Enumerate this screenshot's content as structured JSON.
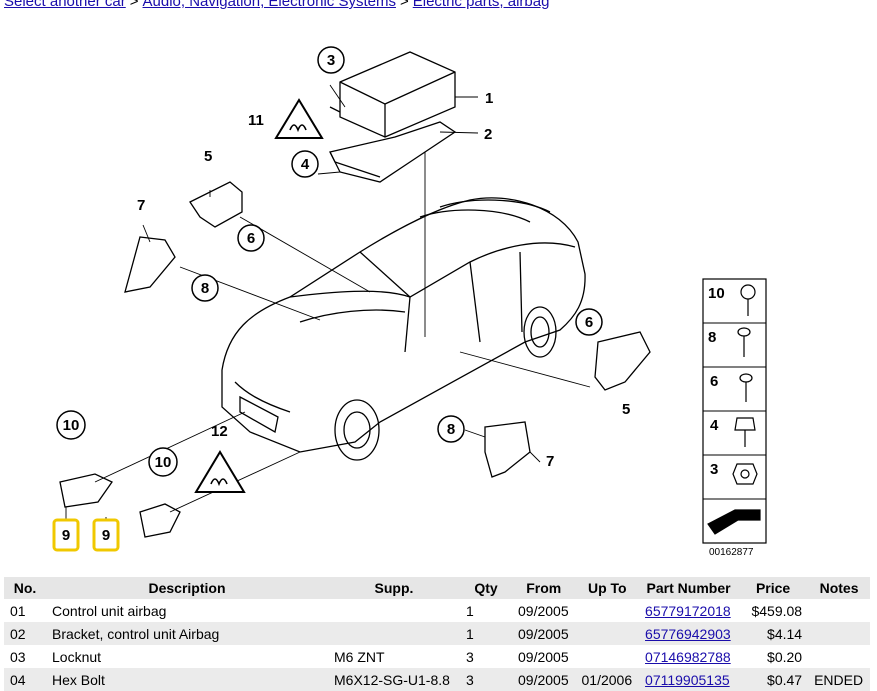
{
  "breadcrumb": {
    "items": [
      "Select another car",
      "Audio, Navigation, Electronic Systems",
      "Electric parts, airbag"
    ],
    "separator": ">"
  },
  "diagram": {
    "callouts": [
      "1",
      "2",
      "3",
      "4",
      "5",
      "6",
      "7",
      "8",
      "9",
      "10",
      "11",
      "12"
    ],
    "legend_numbers": [
      "10",
      "8",
      "6",
      "4",
      "3"
    ],
    "diagram_number": "00162877"
  },
  "table": {
    "headers": [
      "No.",
      "Description",
      "Supp.",
      "Qty",
      "From",
      "Up To",
      "Part Number",
      "Price",
      "Notes"
    ],
    "rows": [
      {
        "no": "01",
        "description": "Control unit airbag",
        "supp": "",
        "qty": "1",
        "from": "09/2005",
        "upto": "",
        "part_number": "65779172018",
        "price": "$459.08",
        "notes": ""
      },
      {
        "no": "02",
        "description": "Bracket, control unit Airbag",
        "supp": "",
        "qty": "1",
        "from": "09/2005",
        "upto": "",
        "part_number": "65776942903",
        "price": "$4.14",
        "notes": ""
      },
      {
        "no": "03",
        "description": "Locknut",
        "supp": "M6 ZNT",
        "qty": "3",
        "from": "09/2005",
        "upto": "",
        "part_number": "07146982788",
        "price": "$0.20",
        "notes": ""
      },
      {
        "no": "04",
        "description": "Hex Bolt",
        "supp": "M6X12-SG-U1-8.8",
        "qty": "3",
        "from": "09/2005",
        "upto": "01/2006",
        "part_number": "07119905135",
        "price": "$0.47",
        "notes": "ENDED"
      }
    ]
  },
  "colors": {
    "link": "#1a0dab",
    "highlight": "#f0c800",
    "header_bg": "#e6e6e6",
    "row_alt": "#ebebeb"
  }
}
